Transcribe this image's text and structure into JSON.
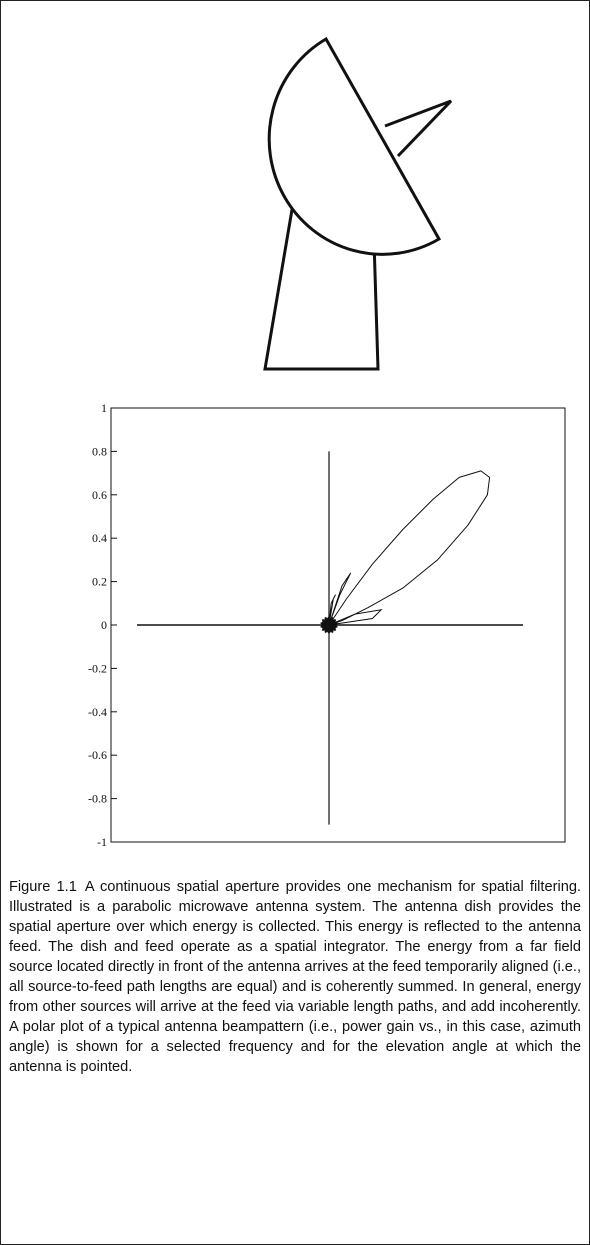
{
  "figure": {
    "label": "Figure 1.1",
    "caption": "A continuous spatial aperture provides one mechanism for spatial filtering. Illustrated is a parabolic microwave antenna system. The antenna dish provides the spatial aperture over which energy is collected. This energy is reflected to the antenna feed. The dish and feed operate as a spatial integrator. The energy from a far field source located directly in front of the antenna arrives at the feed temporarily aligned (i.e., all source-to-feed path lengths are equal) and is coherently summed. In general, energy from other sources will arrive at the feed via variable length paths, and add incoherently. A polar plot of a typical antenna beampattern (i.e., power gain vs., in this case, azimuth angle) is shown for a selected frequency and for the elevation angle at which the antenna is pointed."
  },
  "chart_data": {
    "type": "line",
    "title": "",
    "xlabel": "",
    "ylabel": "",
    "ylim": [
      -1,
      1
    ],
    "y_ticks": [
      "1",
      "0.8",
      "0.6",
      "0.4",
      "0.2",
      "0",
      "-0.2",
      "-0.4",
      "-0.6",
      "-0.8",
      "-1"
    ],
    "grid": false,
    "series": [
      {
        "values": [
          [
            0,
            0
          ],
          [
            0.08,
            0.12
          ],
          [
            0.2,
            0.28
          ],
          [
            0.34,
            0.44
          ],
          [
            0.48,
            0.58
          ],
          [
            0.6,
            0.68
          ],
          [
            0.7,
            0.71
          ],
          [
            0.74,
            0.68
          ],
          [
            0.73,
            0.6
          ],
          [
            0.64,
            0.46
          ],
          [
            0.5,
            0.3
          ],
          [
            0.34,
            0.17
          ],
          [
            0.18,
            0.08
          ],
          [
            0.06,
            0.02
          ],
          [
            0,
            0
          ]
        ]
      }
    ],
    "sidelobes": [
      [
        [
          0,
          0
        ],
        [
          0.12,
          0.05
        ],
        [
          0.24,
          0.07
        ],
        [
          0.2,
          0.03
        ],
        [
          0,
          0
        ]
      ],
      [
        [
          0,
          0
        ],
        [
          0.06,
          0.18
        ],
        [
          0.1,
          0.24
        ],
        [
          0.05,
          0.14
        ],
        [
          0,
          0
        ]
      ],
      [
        [
          0,
          0
        ],
        [
          0.02,
          0.12
        ],
        [
          0.03,
          0.14
        ],
        [
          0.01,
          0.1
        ],
        [
          0,
          0
        ]
      ]
    ]
  }
}
